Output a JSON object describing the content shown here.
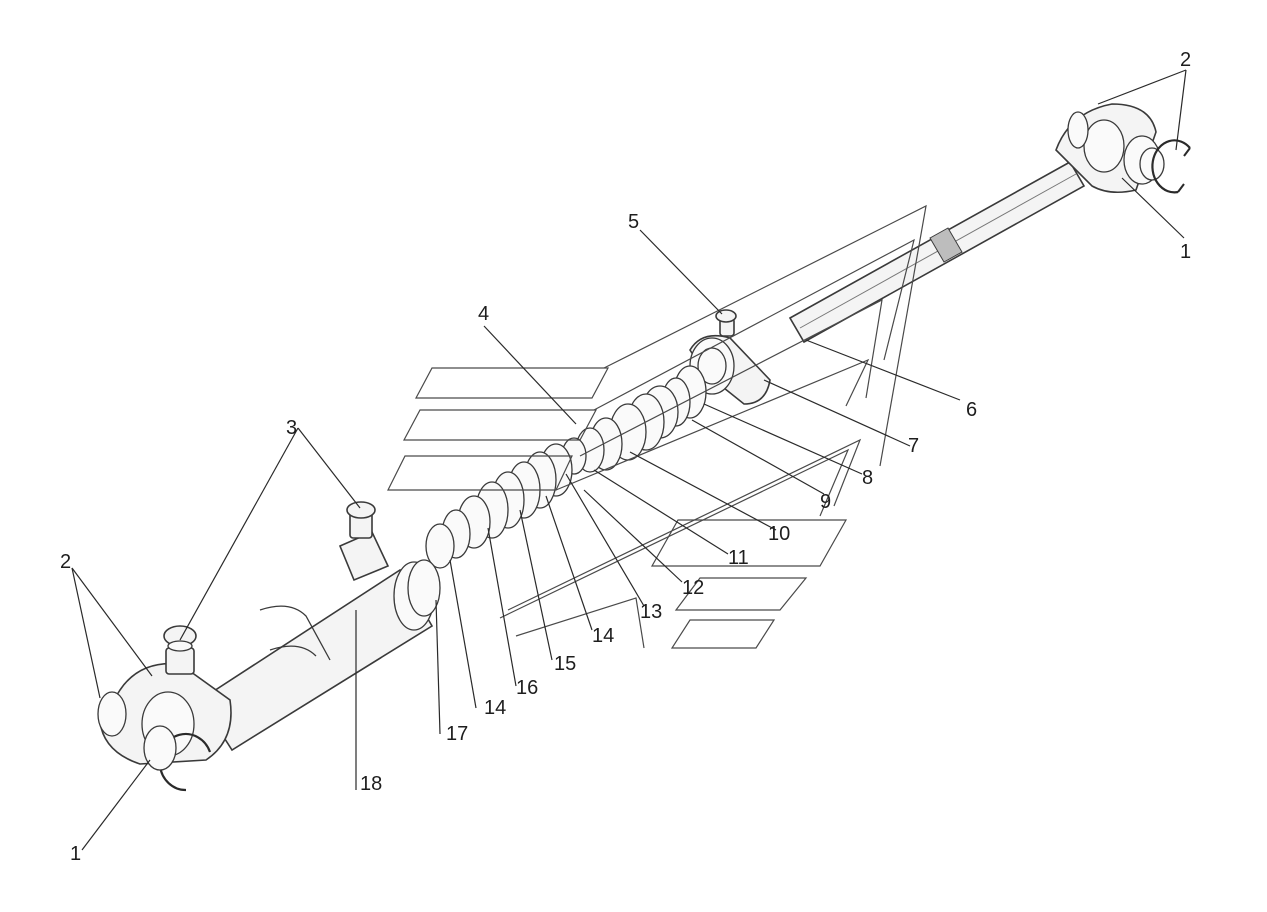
{
  "callouts": {
    "c1_right": "1",
    "c2_right": "2",
    "c5": "5",
    "c4": "4",
    "c3": "3",
    "c6": "6",
    "c7": "7",
    "c8": "8",
    "c9": "9",
    "c10": "10",
    "c11": "11",
    "c12": "12",
    "c13": "13",
    "c14_a": "14",
    "c15": "15",
    "c16": "16",
    "c14_b": "14",
    "c17": "17",
    "c18": "18",
    "c2_left": "2",
    "c1_left": "1"
  },
  "colors": {
    "line": "#3a3a3a",
    "part_fill": "#f4f4f4",
    "shade": "#bdbdbd",
    "background": "#ffffff"
  }
}
